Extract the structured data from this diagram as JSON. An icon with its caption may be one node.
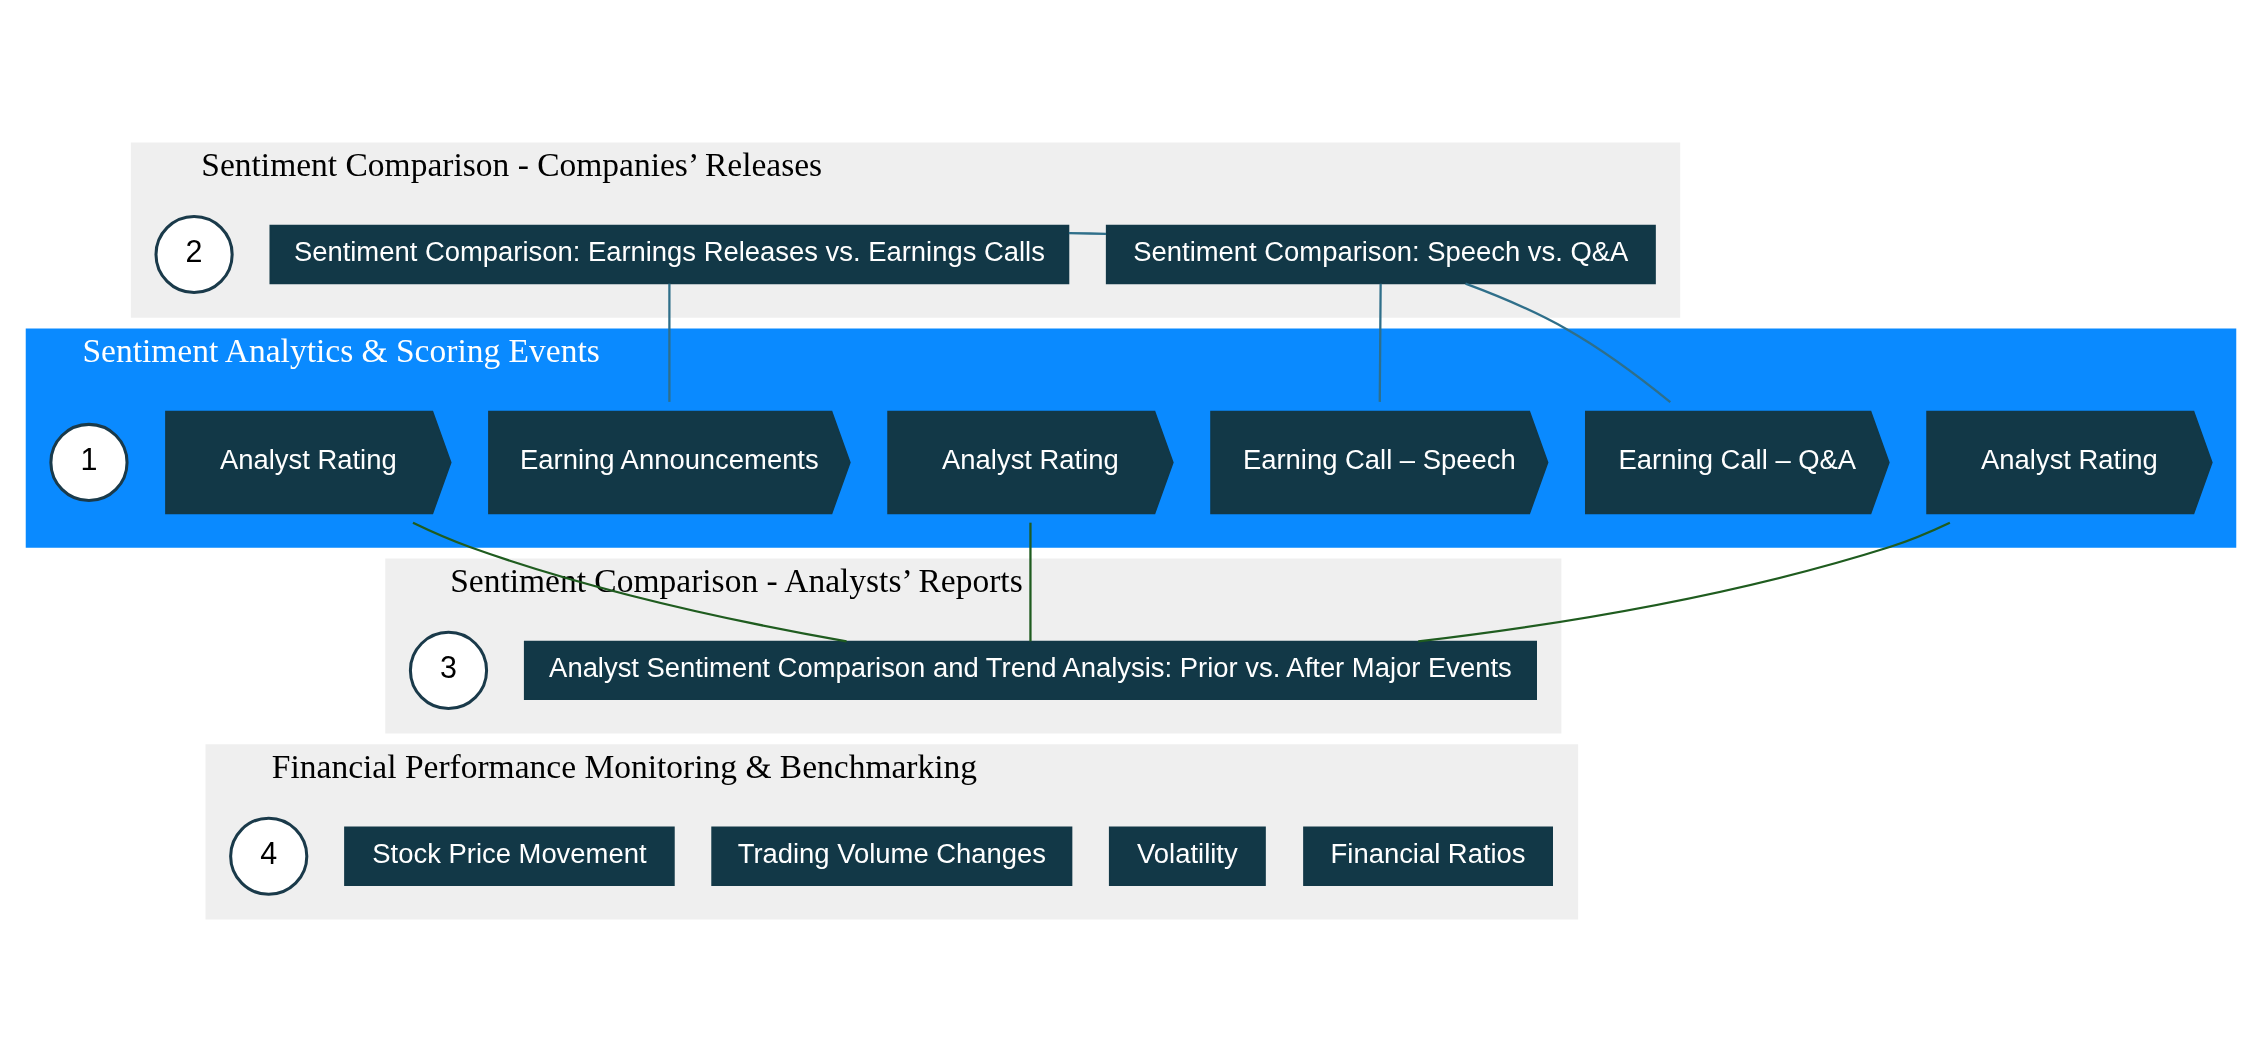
{
  "diagram": {
    "nodes": [
      {
        "text": [
          "Sentiment Comparison - Companies’ Releases"
        ]
      },
      {
        "text": [
          "2"
        ],
        "in": 0
      },
      {
        "text": [
          "Sentiment Comparison: Earnings Releases vs. Earnings Calls"
        ],
        "in": 0
      },
      {
        "text": [
          "Sentiment Comparison: Speech vs. Q&A"
        ],
        "in": 0
      },
      {
        "text": [
          "Sentiment Analytics & Scoring Events"
        ]
      },
      {
        "text": [
          "1"
        ],
        "in": 4
      },
      {
        "text": [
          "Analyst Rating"
        ],
        "in": 4
      },
      {
        "text": [
          "Earning Announcements"
        ],
        "in": 4
      },
      {
        "text": [
          "Analyst Rating"
        ],
        "in": 4
      },
      {
        "text": [
          "Earning Call – Speech"
        ],
        "in": 4
      },
      {
        "text": [
          "Earning Call – Q&A"
        ],
        "in": 4
      },
      {
        "text": [
          "Analyst Rating"
        ],
        "in": 4
      },
      {
        "text": [
          "Sentiment Comparison - Analysts’ Reports"
        ]
      },
      {
        "text": [
          "3"
        ],
        "in": 12
      },
      {
        "text": [
          "Analyst Sentiment Comparison and Trend Analysis: Prior vs. After Major Events"
        ],
        "in": 12
      },
      {
        "text": [
          "Financial Performance Monitoring & Benchmarking"
        ]
      },
      {
        "text": [
          "4"
        ],
        "in": 15
      },
      {
        "text": [
          "Stock Price Movement"
        ],
        "in": 15
      },
      {
        "text": [
          "Trading Volume Changes"
        ],
        "in": 15
      },
      {
        "text": [
          "Volatility"
        ],
        "in": 15
      },
      {
        "text": [
          "Financial Ratios"
        ],
        "in": 15
      }
    ],
    "edges": [
      {
        "from": 2,
        "to": 7,
        "arrow": "none"
      },
      {
        "from": 2,
        "to": 3,
        "arrow": "none"
      },
      {
        "from": 3,
        "to": 9,
        "arrow": "none"
      },
      {
        "from": 3,
        "to": 10,
        "arrow": "none"
      },
      {
        "from": 6,
        "to": 14,
        "arrow": "none",
        "color": "#1f5c1f"
      },
      {
        "from": 8,
        "to": 14,
        "arrow": "none",
        "color": "#1f5c1f"
      },
      {
        "from": 11,
        "to": 14,
        "arrow": "none",
        "color": "#1f5c1f"
      }
    ]
  }
}
